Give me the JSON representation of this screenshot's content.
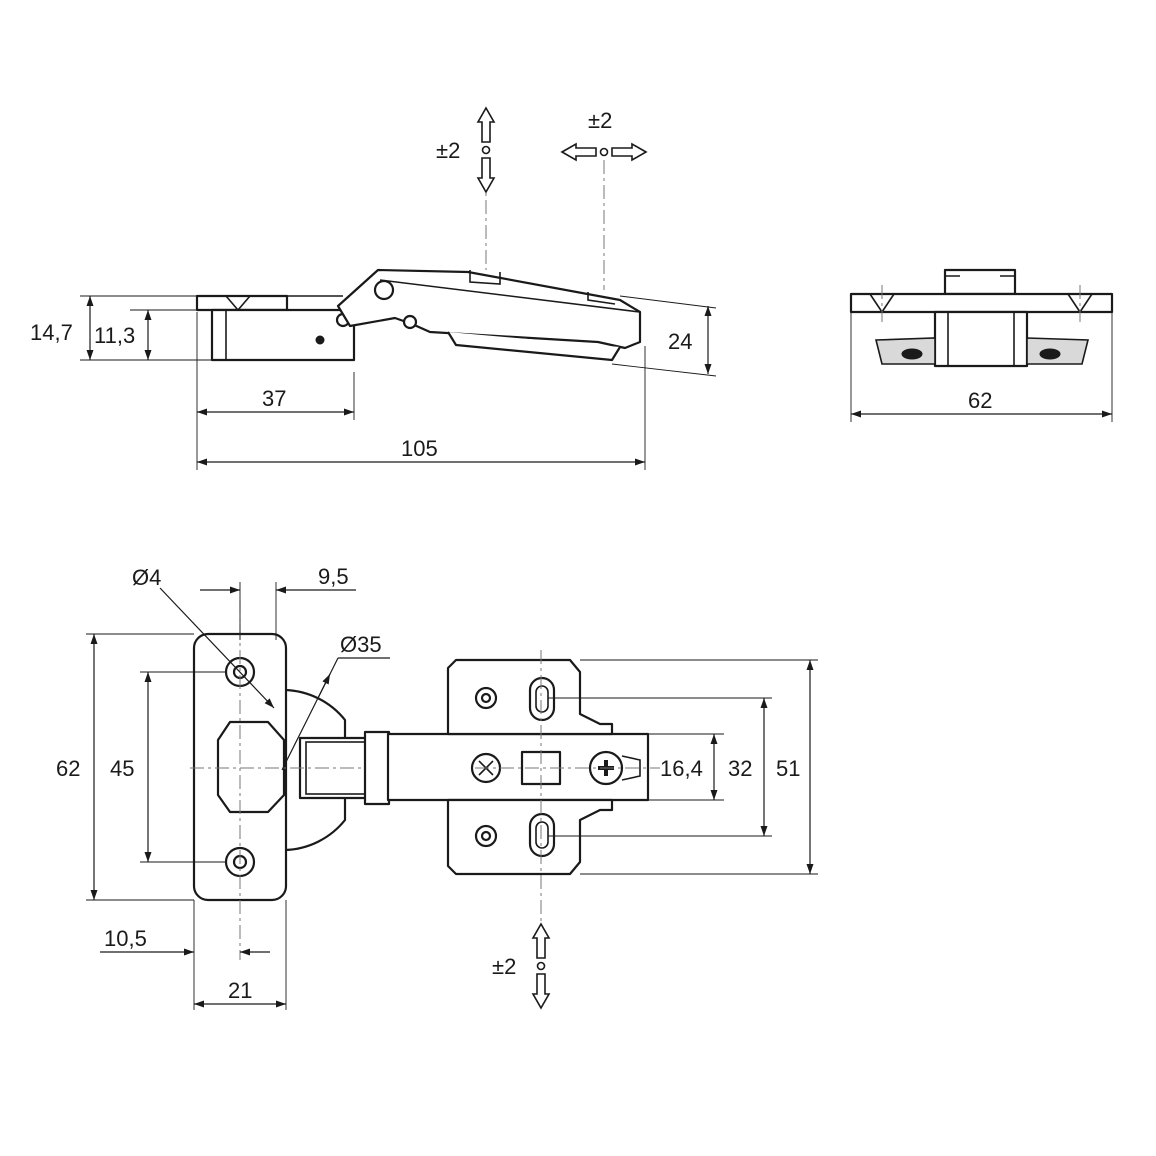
{
  "side_view": {
    "dim_overall_height": "14,7",
    "dim_plate_height": "11,3",
    "dim_plate_length": "37",
    "dim_total_length": "105",
    "dim_cup_height": "24",
    "adjust_vertical": "±2",
    "adjust_horizontal": "±2"
  },
  "end_view": {
    "dim_width": "62"
  },
  "plan_view": {
    "dim_hole_diameter": "Ø4",
    "dim_hole_offset": "9,5",
    "dim_cup_diameter": "Ø35",
    "dim_plate_length": "62",
    "dim_hole_spacing": "45",
    "dim_edge_distance": "10,5",
    "dim_plate_width": "21",
    "dim_arm_width": "16,4",
    "dim_slot_spacing": "32",
    "dim_mount_length": "51",
    "adjust_depth": "±2"
  },
  "colors": {
    "line": "#1a1a1a",
    "background": "#ffffff",
    "centerline": "#777777"
  }
}
